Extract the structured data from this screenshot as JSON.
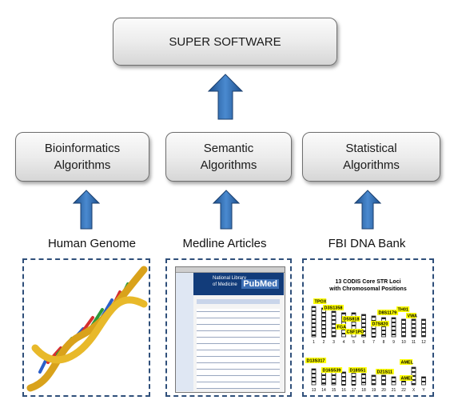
{
  "top_box": {
    "label": "SUPER SOFTWARE"
  },
  "algorithm_boxes": [
    {
      "line1": "Bioinformatics",
      "line2": "Algorithms"
    },
    {
      "line1": "Semantic",
      "line2": "Algorithms"
    },
    {
      "line1": "Statistical",
      "line2": "Algorithms"
    }
  ],
  "sources": [
    {
      "caption": "Human Genome"
    },
    {
      "caption": "Medline Articles"
    },
    {
      "caption": "FBI DNA Bank"
    }
  ],
  "medline_page": {
    "brand": "PubMed",
    "library_line1": "National Library",
    "library_line2": "of Medicine"
  },
  "codis_chart": {
    "title_line1": "13 CODIS Core STR Loci",
    "title_line2": "with Chromosomal Positions",
    "loci": [
      "TPOX",
      "D3S1358",
      "D5S818",
      "FGA",
      "CSF1PO",
      "D7S820",
      "D8S1179",
      "TH01",
      "VWA",
      "D13S317",
      "D16S539",
      "D18S51",
      "D21S11",
      "AMEL",
      "AMEL"
    ],
    "chromosome_labels_row1": [
      "1",
      "2",
      "3",
      "4",
      "5",
      "6",
      "7",
      "8",
      "9",
      "10",
      "11",
      "12"
    ],
    "chromosome_labels_row2": [
      "13",
      "14",
      "15",
      "16",
      "17",
      "18",
      "19",
      "20",
      "21",
      "22",
      "X",
      "Y"
    ]
  },
  "colors": {
    "arrow_fill": "#2f6fb5",
    "frame_border": "#2f4f7a",
    "box_border": "#6e6e6e",
    "locus_highlight": "#ffff00"
  }
}
